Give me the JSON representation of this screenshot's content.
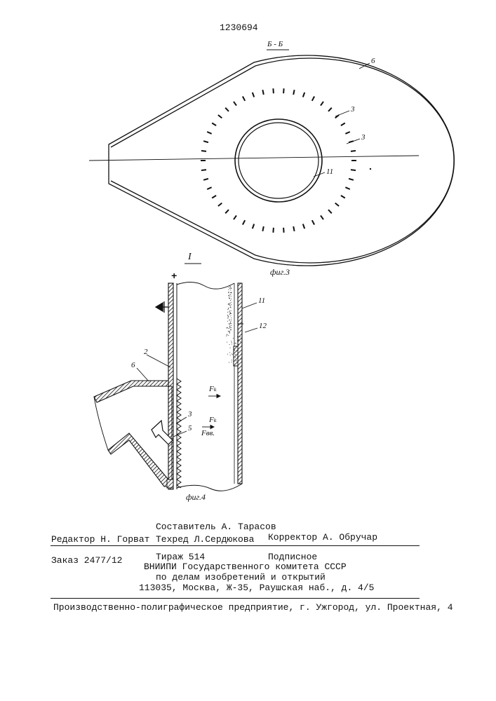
{
  "patent_number": "1230694",
  "fig3": {
    "section_label": "Б - Б",
    "caption": "фиг.3",
    "labels": {
      "housing": "6",
      "slots_a": "3",
      "slots_b": "3",
      "pipe": "11"
    }
  },
  "fig4": {
    "view_label": "I",
    "plus_sign": "+",
    "caption": "фиг.4",
    "labels": {
      "wall": "2",
      "inlet": "6",
      "slots": "3",
      "insert": "5",
      "pipe": "11",
      "gap": "12"
    },
    "force_top": "Fₖ",
    "force_mid": "Fₖ",
    "force_low": "Fвв."
  },
  "imprint": {
    "editor": "Редактор Н. Горват",
    "compiler": "Составитель А. Тарасов",
    "techred": "Техред Л.Сердюкова",
    "corrector": "Корректор А. Обручар",
    "order": "Заказ 2477/12",
    "print_run": "Тираж 514",
    "subscription": "Подписное",
    "org_line1": "ВНИИПИ Государственного комитета СССР",
    "org_line2": "по делам изобретений и открытий",
    "address": "113035, Москва, Ж-35, Раушская наб., д. 4/5",
    "printer": "Производственно-полиграфическое предприятие, г. Ужгород, ул. Проектная, 4"
  }
}
